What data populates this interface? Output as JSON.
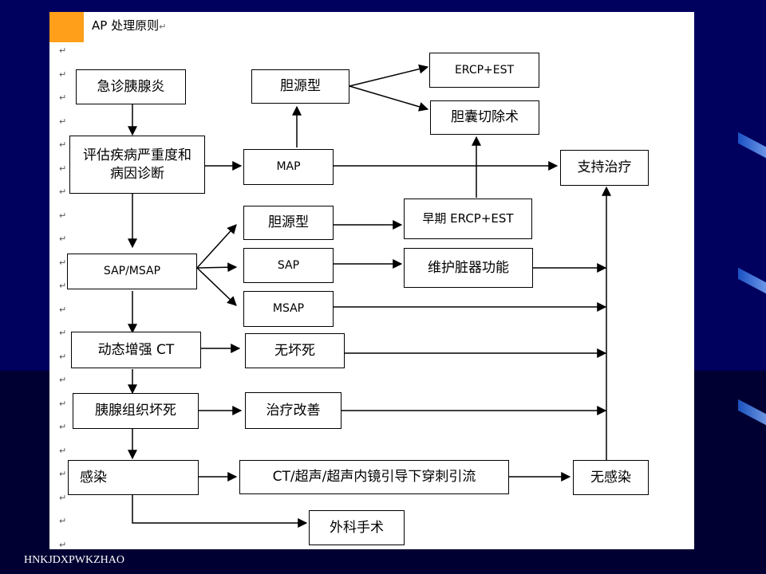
{
  "title": "AP 处理原则",
  "paragraph_mark": "↵",
  "footer": "HNKJDXPWKZHAO",
  "nodes": {
    "jizhen": "急诊胰腺炎",
    "pinggu": "评估疾病严重度和病因诊断",
    "map": "MAP",
    "danyuan1": "胆源型",
    "ercp_est": "ERCP+EST",
    "dannang": "胆囊切除术",
    "zhichi": "支持治疗",
    "sap_msap": "SAP/MSAP",
    "danyuan2": "胆源型",
    "zaoqi": "早期 ERCP+EST",
    "sap": "SAP",
    "weihu": "维护脏器功能",
    "msap": "MSAP",
    "dongtai": "动态增强 CT",
    "wuhuaisi": "无坏死",
    "yixian": "胰腺组织坏死",
    "zhiliao": "治疗改善",
    "ganran": "感染",
    "chuanci": "CT/超声/超声内镜引导下穿刺引流",
    "wuganran": "无感染",
    "waike": "外科手术"
  }
}
